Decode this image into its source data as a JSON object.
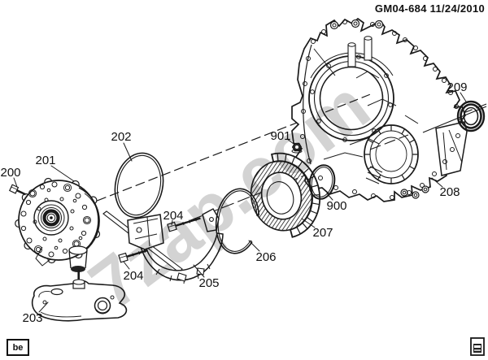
{
  "header": {
    "text": "GM04-684 11/24/2010"
  },
  "watermark": {
    "text": "7zap.com"
  },
  "page_code": {
    "text": "be"
  },
  "colors": {
    "background": "#ffffff",
    "line_art": "#1a1a1a",
    "watermark": "#c8c8c8"
  },
  "diagram": {
    "type": "exploded-parts-diagram",
    "callouts": [
      {
        "label": "200"
      },
      {
        "label": "201"
      },
      {
        "label": "202"
      },
      {
        "label": "203"
      },
      {
        "label": "204"
      },
      {
        "label": "204"
      },
      {
        "label": "205"
      },
      {
        "label": "206"
      },
      {
        "label": "207"
      },
      {
        "label": "208"
      },
      {
        "label": "209"
      },
      {
        "label": "900"
      },
      {
        "label": "901"
      }
    ]
  }
}
